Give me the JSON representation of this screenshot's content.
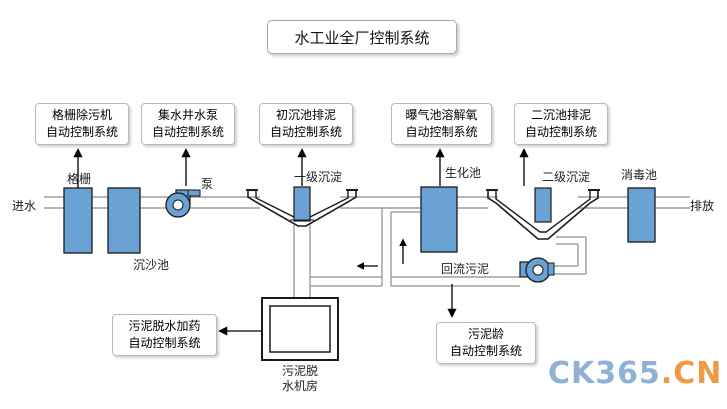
{
  "title": "水工业全厂控制系统",
  "control_boxes": {
    "grille": {
      "line1": "格栅除污机",
      "line2": "自动控制系统"
    },
    "pump": {
      "line1": "集水井水泵",
      "line2": "自动控制系统"
    },
    "primary": {
      "line1": "初沉池排泥",
      "line2": "自动控制系统"
    },
    "aeration": {
      "line1": "曝气池溶解氧",
      "line2": "自动控制系统"
    },
    "secondary": {
      "line1": "二沉池排泥",
      "line2": "自动控制系统"
    },
    "dewater": {
      "line1": "污泥脱水加药",
      "line2": "自动控制系统"
    },
    "sludge_age": {
      "line1": "污泥龄",
      "line2": "自动控制系统"
    }
  },
  "labels": {
    "inlet": "进水",
    "grille": "格栅",
    "grit": "沉沙池",
    "pump": "泵",
    "primary": "一级沉淀",
    "bio": "生化池",
    "secondary": "二级沉淀",
    "disinfect": "消毒池",
    "outlet": "排放",
    "return": "回流污泥",
    "dewater_room_1": "污泥脱",
    "dewater_room_2": "水机房"
  },
  "logo": {
    "main": "CK365",
    "suffix": ".CN"
  },
  "colors": {
    "tank_fill": "#6aa2d6",
    "tank_stroke": "#1a1a1a",
    "pipe": "#9a9a9a",
    "logo_blue": "#8db2d6",
    "logo_orange": "#ef9a47"
  }
}
